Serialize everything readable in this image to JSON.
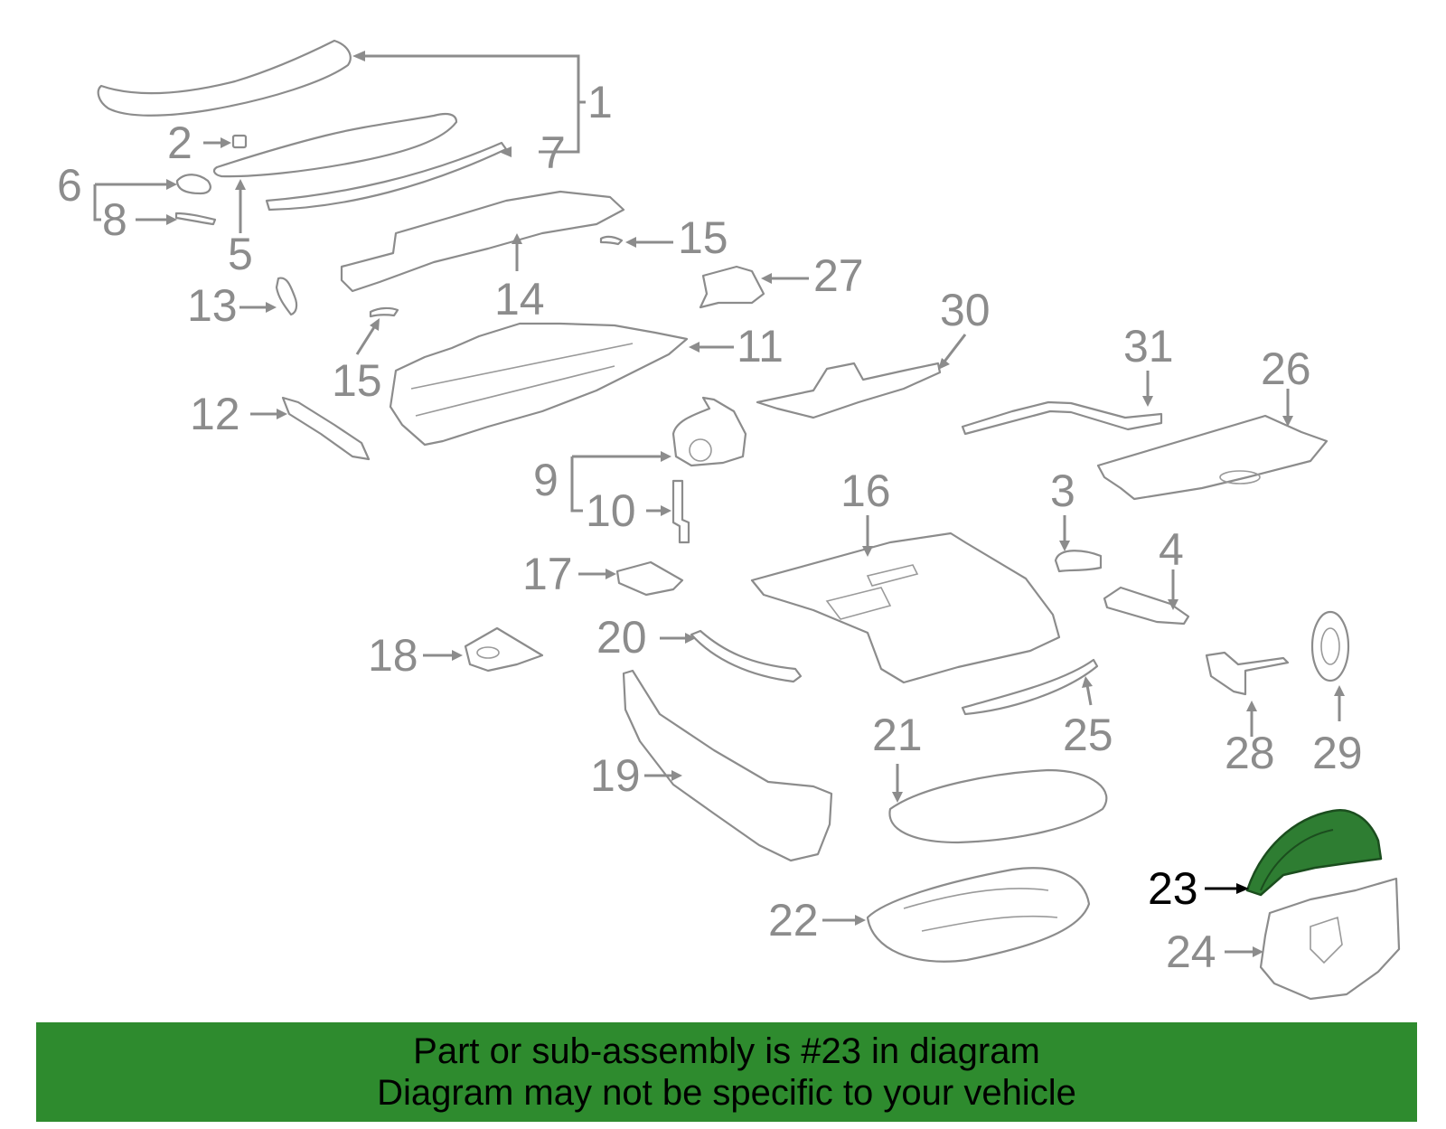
{
  "callouts": {
    "c1": "1",
    "c2": "2",
    "c3": "3",
    "c4": "4",
    "c5": "5",
    "c6": "6",
    "c7": "7",
    "c8": "8",
    "c9": "9",
    "c10": "10",
    "c11": "11",
    "c12": "12",
    "c13": "13",
    "c14": "14",
    "c15a": "15",
    "c15b": "15",
    "c16": "16",
    "c17": "17",
    "c18": "18",
    "c19": "19",
    "c20": "20",
    "c21": "21",
    "c22": "22",
    "c23": "23",
    "c24": "24",
    "c25": "25",
    "c26": "26",
    "c27": "27",
    "c28": "28",
    "c29": "29",
    "c30": "30",
    "c31": "31"
  },
  "highlight": {
    "part": "23",
    "color": "#2e7d32"
  },
  "banner": {
    "line1": "Part or sub-assembly is #23 in diagram",
    "line2": "Diagram may not be specific to your vehicle",
    "background": "#2e8b2e"
  }
}
